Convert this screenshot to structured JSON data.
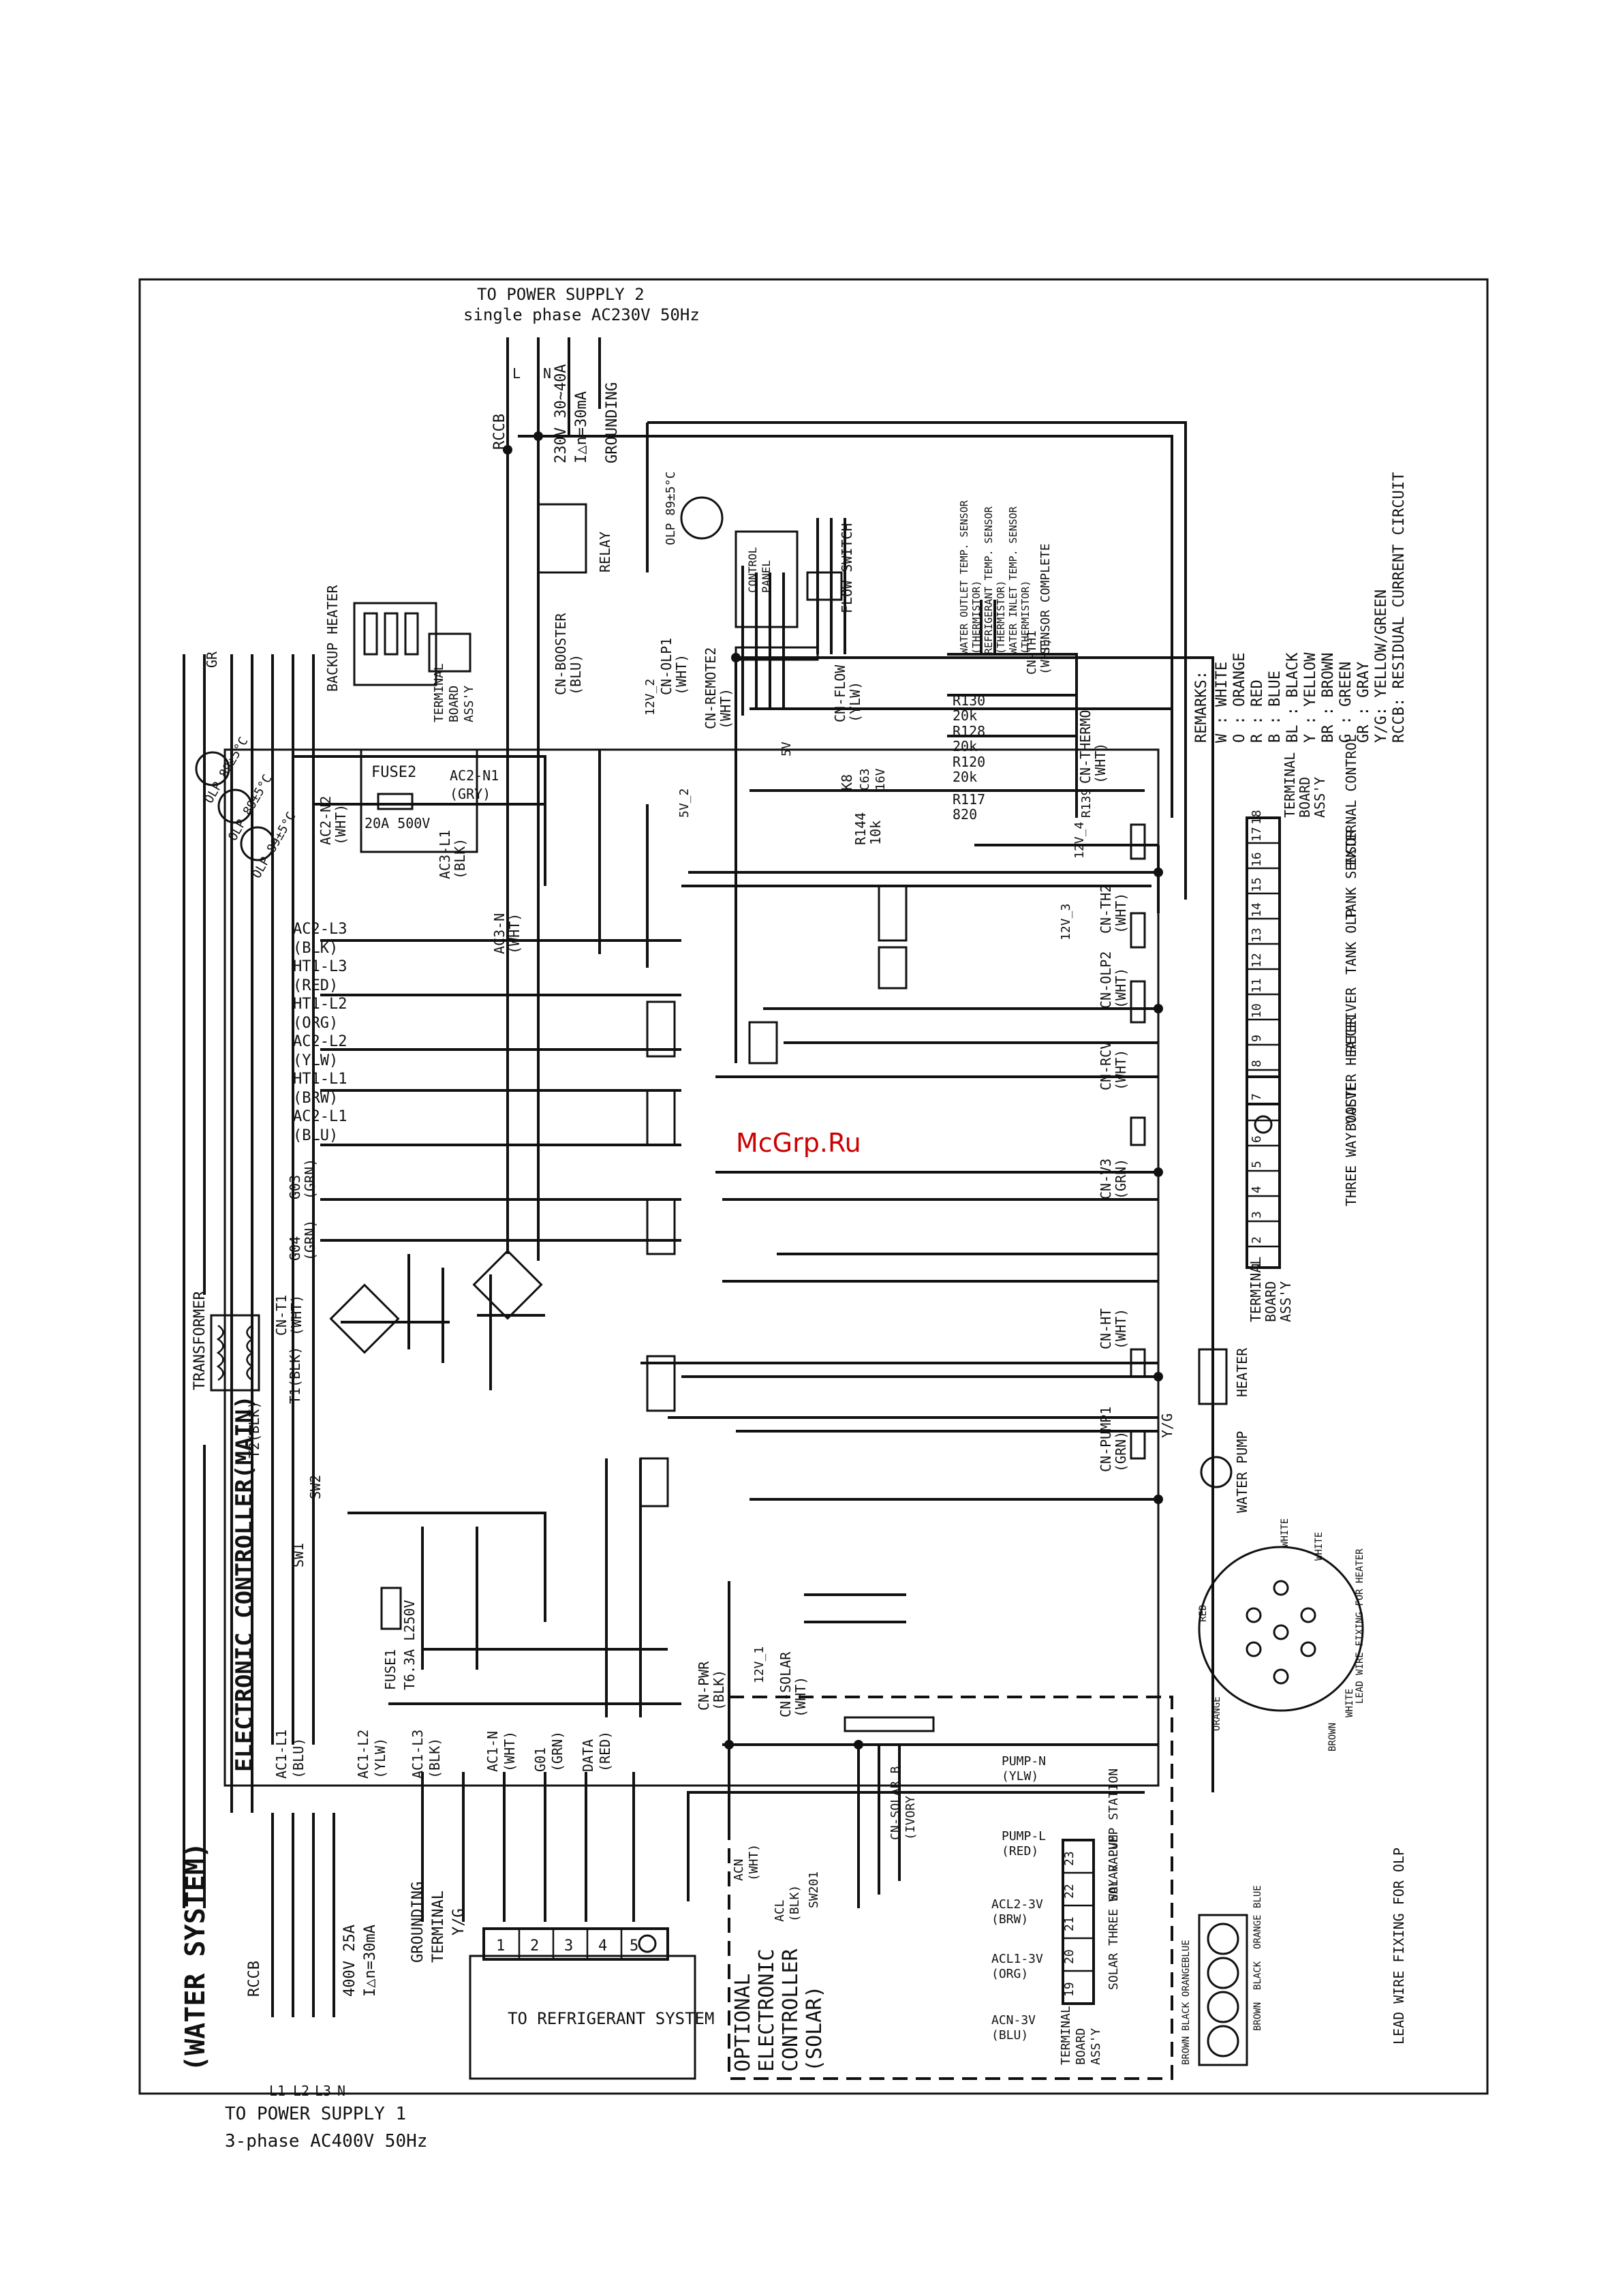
{
  "diagram": {
    "title": "(WATER SYSTEM)",
    "power_supply_1": [
      "TO POWER SUPPLY 1",
      "3-phase AC400V 50Hz"
    ],
    "power_supply_2": [
      "TO POWER SUPPLY 2",
      "single phase AC230V 50Hz"
    ],
    "rccb_1_rating": [
      "400V 25A",
      "I△n=30mA"
    ],
    "rccb_2_rating": [
      "230V 30~40A",
      "I△n=30mA"
    ],
    "rccb_label": "RCCB",
    "grounding": "GROUNDING",
    "grounding_terminal": [
      "GROUNDING",
      "TERMINAL"
    ],
    "yg": "Y/G",
    "gr": "GR",
    "to_refrigerant": "TO REFRIGERANT SYSTEM",
    "refrigerant_terminals": [
      "1",
      "2",
      "3",
      "4",
      "5"
    ],
    "main_controller": "ELECTRONIC CONTROLLER(MAIN)",
    "solar_controller": [
      "OPTIONAL",
      "ELECTRONIC",
      "CONTROLLER",
      "(SOLAR)"
    ],
    "watermark": "McGrp.Ru",
    "main_connectors": [
      {
        "name": "AC1-L1",
        "color": "(BLU)"
      },
      {
        "name": "AC1-L2",
        "color": "(YLW)"
      },
      {
        "name": "AC1-L3",
        "color": "(BLK)"
      },
      {
        "name": "AC1-N",
        "color": "(WHT)"
      },
      {
        "name": "G01",
        "color": "(GRN)"
      },
      {
        "name": "DATA",
        "color": "(RED)"
      }
    ],
    "left_connectors": [
      {
        "name": "AC2-L3",
        "color": "(BLK)"
      },
      {
        "name": "HT1-L3",
        "color": "(RED)"
      },
      {
        "name": "HT1-L2",
        "color": "(ORG)"
      },
      {
        "name": "AC2-L2",
        "color": "(YLW)"
      },
      {
        "name": "HT1-L1",
        "color": "(BRW)"
      },
      {
        "name": "AC2-L1",
        "color": "(BLU)"
      },
      {
        "name": "G03",
        "color": "(GRN)"
      },
      {
        "name": "G04",
        "color": "(GRN)"
      },
      {
        "name": "CN-T1",
        "color": "(WHT)"
      }
    ],
    "transformer": "TRANSFORMER",
    "t1": "T1(BLK)",
    "t2": "T2(BLK)",
    "fuse1": [
      "FUSE1",
      "T6.3A L250V"
    ],
    "fuse2": [
      "FUSE2",
      "20A 500V"
    ],
    "ac2_n": [
      "AC2-N2",
      "(WHT)",
      "AC2-N1",
      "(GRY)"
    ],
    "ac3": [
      {
        "name": "AC3-L1",
        "color": "(BLK)"
      },
      {
        "name": "AC3-N",
        "color": "(WHT)"
      }
    ],
    "sw": [
      "SW1",
      "SW2"
    ],
    "backup_heater": "BACKUP HEATER",
    "terminal_board_a": [
      "TERMINAL",
      "BOARD",
      "ASS'Y"
    ],
    "olp": "OLP 89±5°C",
    "relay": "RELAY",
    "flow_switch": "FLOW SWITCH",
    "control_panel": [
      "CONTROL",
      "PANEL"
    ],
    "cn_top": [
      {
        "name": "CN-BOOSTER",
        "color": "(BLU)"
      },
      {
        "name": "CN-OLP1",
        "color": "(WHT)"
      },
      {
        "name": "CN-REMOTE2",
        "color": "(WHT)"
      },
      {
        "name": "CN-FLOW",
        "color": "(YLW)"
      }
    ],
    "sensors": [
      "WATER OUTLET TEMP. SENSOR",
      "(THERMISTOR)",
      "REFRIGERANT TEMP. SENSOR",
      "(THERMISTOR)",
      "WATER INLET TEMP. SENSOR",
      "(THERMISTOR)",
      "SENSOR COMPLETE"
    ],
    "cn_th1": [
      "CN-TH1",
      "(WHT)"
    ],
    "resistors": [
      "R130",
      "20k",
      "R128",
      "20k",
      "R120",
      "20k",
      "R117",
      "820",
      "R144",
      "10k",
      "K8",
      "C63",
      "16V",
      "R139"
    ],
    "voltages": [
      "12V_2",
      "5V",
      "12V_4",
      "12V_3",
      "5V_2",
      "12V_1"
    ],
    "cn_right": [
      {
        "name": "CN-THERMO",
        "color": "(WHT)"
      },
      {
        "name": "CN-TH2",
        "color": "(WHT)"
      },
      {
        "name": "CN-OLP2",
        "color": "(WHT)"
      },
      {
        "name": "CN-RCV",
        "color": "(WHT)"
      },
      {
        "name": "CN-V3",
        "color": "(GRN)"
      },
      {
        "name": "CN-HT",
        "color": "(WHT)"
      },
      {
        "name": "CN-PUMP1",
        "color": "(GRN)"
      },
      {
        "name": "CN-PWR",
        "color": "(BLK)"
      },
      {
        "name": "CN-SOLAR",
        "color": "(WHT)"
      }
    ],
    "terminal_board_right": [
      "TERMINAL",
      "BOARD",
      "ASS'Y"
    ],
    "terminals_right": [
      "1",
      "2",
      "3",
      "4",
      "5",
      "6",
      "7",
      "8",
      "9",
      "10",
      "11",
      "12",
      "13",
      "14",
      "15",
      "16",
      "17",
      "18"
    ],
    "functions_right": [
      "EXTERNAL CONTROL",
      "TANK SENSOR",
      "TANK OLP",
      "RECEIVER",
      "BOOSTER HEATER",
      "THREE WAY VALVE"
    ],
    "heater": "HEATER",
    "water_pump": "WATER PUMP",
    "remarks": [
      "REMARKS:",
      "W : WHITE",
      "O : ORANGE",
      "R : RED",
      "B : BLUE",
      "BL : BLACK",
      "Y : YELLOW",
      "BR : BROWN",
      "G : GREEN",
      "GR : GRAY",
      "Y/G: YELLOW/GREEN",
      "RCCB: RESIDUAL CURRENT CIRCUIT"
    ],
    "lead_wire_heater": "LEAD WIRE FIXING FOR HEATER",
    "lead_wire_olp": "LEAD WIRE FIXING FOR OLP",
    "wire_colors_heater": [
      "WHITE",
      "WHITE",
      "RED",
      "ORANGE",
      "BROWN",
      "WHITE"
    ],
    "wire_colors_olp": [
      "BLUE",
      "ORANGE",
      "BLACK",
      "BROWN",
      "BLUE",
      "ORANGE",
      "BLACK",
      "BROWN"
    ],
    "solar": {
      "cn_solar_b": [
        "CN-SOLAR B",
        "(IVORY)"
      ],
      "pump_n": [
        "PUMP-N",
        "(YLW)"
      ],
      "pump_l": [
        "PUMP-L",
        "(RED)"
      ],
      "acl2": [
        "ACL2-3V",
        "(BRW)"
      ],
      "acl1": [
        "ACL1-3V",
        "(ORG)"
      ],
      "acn": [
        "ACN-3V",
        "(BLU)"
      ],
      "acn_top": [
        "ACN",
        "(WHT)"
      ],
      "acl_top": [
        "ACL",
        "(BLK)"
      ],
      "sw201": "SW201",
      "terminals": [
        "19",
        "20",
        "21",
        "22",
        "23"
      ],
      "terminal_board": [
        "TERMINAL",
        "BOARD",
        "ASS'Y"
      ],
      "functions": [
        "SOLAR THREE WAY VALVE",
        "SOLAR PUMP STATION"
      ]
    },
    "wire_letters": [
      "L1",
      "L2",
      "L3",
      "N",
      "L",
      "N"
    ]
  }
}
